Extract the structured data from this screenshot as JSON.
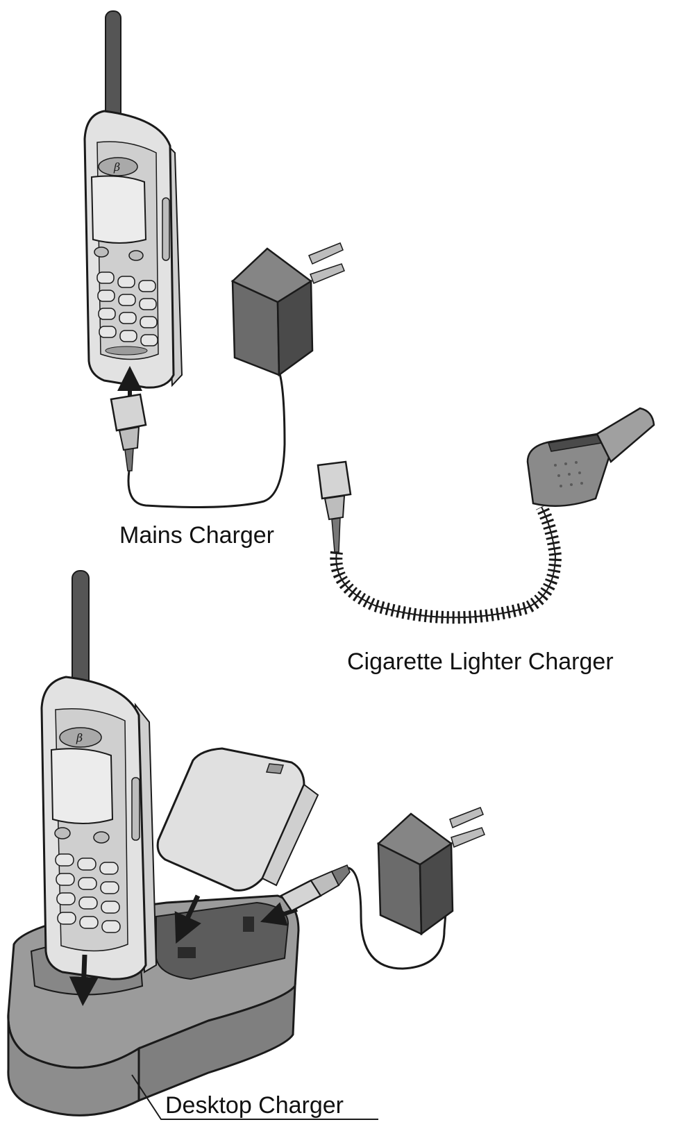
{
  "labels": {
    "mains": "Mains Charger",
    "cigarette": "Cigarette Lighter Charger",
    "desktop": "Desktop Charger"
  },
  "phone_logo": "β",
  "colors": {
    "phone_body": "#e2e2e2",
    "phone_face": "#bdbdbd",
    "screen": "#ececec",
    "charger": "#6b6b6b",
    "charger_dark": "#4a4a4a",
    "cradle": "#9b9b9b",
    "outline": "#1a1a1a"
  }
}
